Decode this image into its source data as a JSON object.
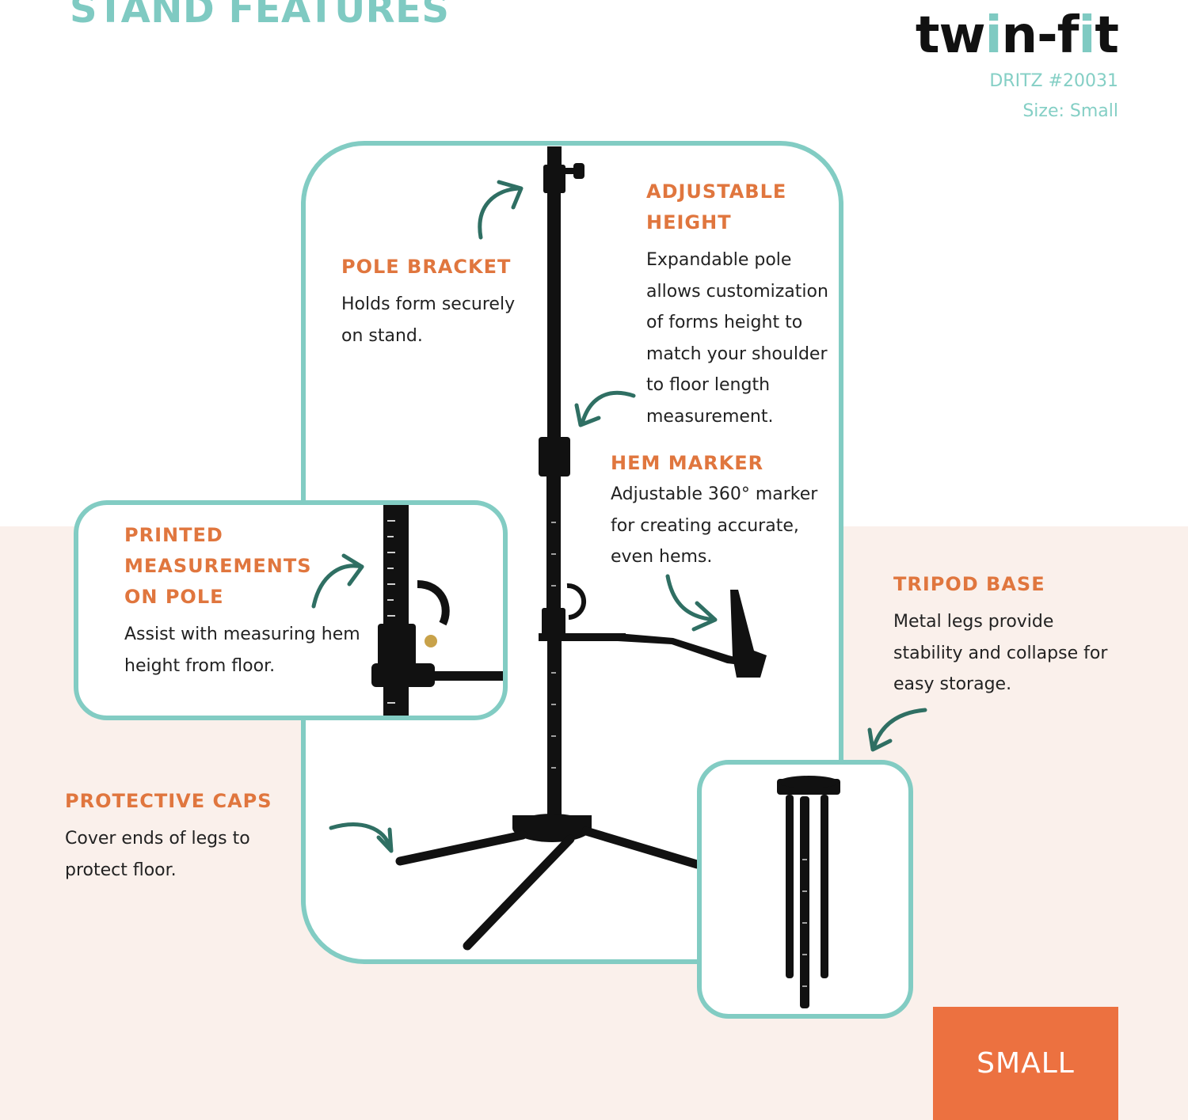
{
  "header": {
    "title": "STAND FEATURES",
    "logo_part1": "tw",
    "logo_part2": "i",
    "logo_part3": "n-f",
    "logo_part4": "i",
    "logo_part5": "t",
    "sku": "DRITZ #20031",
    "size": "Size: Small"
  },
  "features": {
    "pole_bracket": {
      "title": "POLE BRACKET",
      "lines": [
        "Holds form securely",
        "on stand."
      ]
    },
    "adjustable_height": {
      "title_lines": [
        "ADJUSTABLE",
        "HEIGHT"
      ],
      "lines": [
        "Expandable pole",
        "allows customization",
        "of forms height to",
        "match your shoulder",
        "to floor length",
        "measurement."
      ]
    },
    "hem_marker": {
      "title": "HEM MARKER",
      "lines": [
        "Adjustable 360° marker",
        "for creating accurate,",
        "even hems."
      ]
    },
    "printed_measurements": {
      "title_lines": [
        "PRINTED",
        "MEASUREMENTS",
        "ON POLE"
      ],
      "lines": [
        "Assist with measuring hem",
        "height from floor."
      ]
    },
    "tripod_base": {
      "title": "TRIPOD BASE",
      "lines": [
        "Metal legs provide",
        "stability and collapse for",
        "easy storage."
      ]
    },
    "protective_caps": {
      "title": "PROTECTIVE CAPS",
      "lines": [
        "Cover ends of legs to",
        "protect floor."
      ]
    }
  },
  "badge": {
    "label": "SMALL"
  },
  "colors": {
    "teal": "#82ccc3",
    "orange": "#e0763e",
    "badge": "#ec7140",
    "arrow": "#2f6f63",
    "bg_bottom": "#faf0eb"
  }
}
